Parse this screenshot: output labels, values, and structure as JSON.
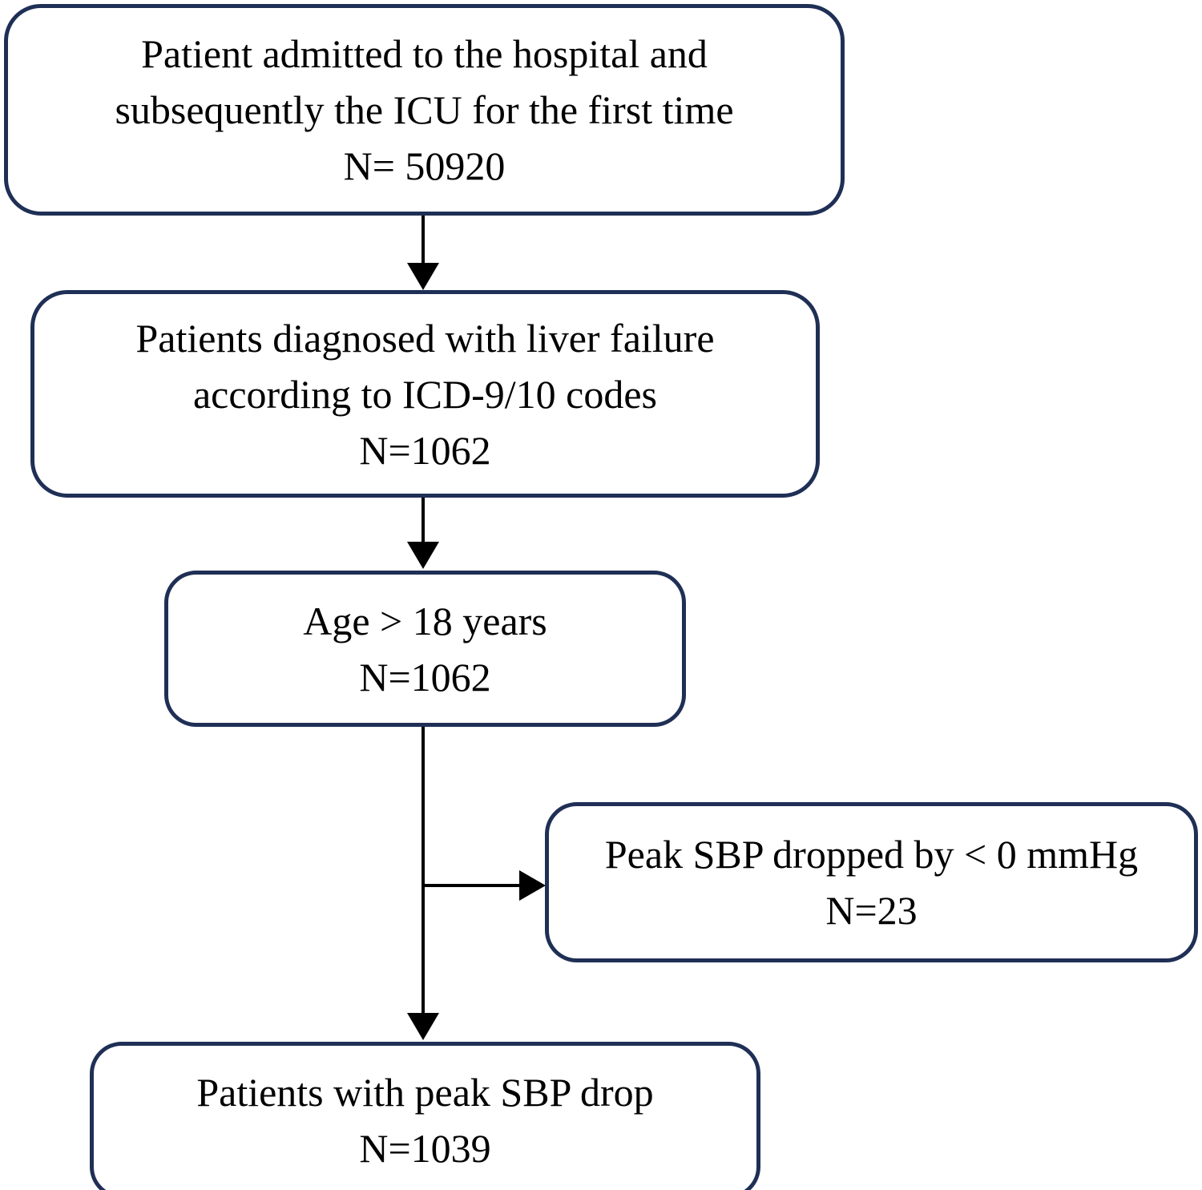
{
  "figure": {
    "type": "flowchart",
    "orientation": "top-to-bottom",
    "theme": {
      "box_border_color": "#1f2f55",
      "box_fill_color": "#ffffff",
      "connector_color": "#000000",
      "text_color": "#000000",
      "background": "#ffffff"
    }
  },
  "nodes": {
    "admitted": {
      "id": "admitted",
      "line1": "Patient admitted to the hospital and",
      "line2": "subsequently the ICU for the first time",
      "count_label": "N= 50920",
      "count": 50920
    },
    "liver_failure": {
      "id": "liver_failure",
      "line1": "Patients diagnosed with liver failure",
      "line2": "according to ICD-9/10 codes",
      "count_label": "N=1062",
      "count": 1062
    },
    "age": {
      "id": "age",
      "line1": "Age > 18 years",
      "count_label": "N=1062",
      "count": 1062
    },
    "excluded": {
      "id": "excluded",
      "line1": "Peak SBP dropped by < 0 mmHg",
      "count_label": "N=23",
      "count": 23
    },
    "final": {
      "id": "final",
      "line1": "Patients with peak SBP drop",
      "count_label": "N=1039",
      "count": 1039
    }
  },
  "edges": [
    {
      "from": "admitted",
      "to": "liver_failure",
      "direction": "down",
      "label": ""
    },
    {
      "from": "liver_failure",
      "to": "age",
      "direction": "down",
      "label": ""
    },
    {
      "from": "age",
      "to": "excluded",
      "direction": "right",
      "label": ""
    },
    {
      "from": "age",
      "to": "final",
      "direction": "down",
      "label": ""
    }
  ]
}
